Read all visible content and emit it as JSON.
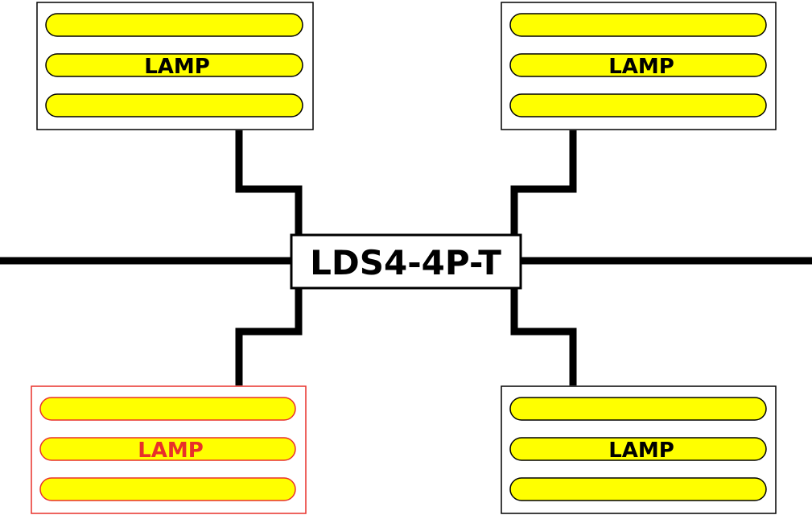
{
  "hub": {
    "label": "LDS4-4P-T"
  },
  "lamps": [
    {
      "id": "top-left",
      "label": "LAMP",
      "highlighted": false
    },
    {
      "id": "top-right",
      "label": "LAMP",
      "highlighted": false
    },
    {
      "id": "bottom-left",
      "label": "LAMP",
      "highlighted": true
    },
    {
      "id": "bottom-right",
      "label": "LAMP",
      "highlighted": false
    }
  ],
  "colors": {
    "wire": "#000000",
    "tube_fill": "#ffff00",
    "normal_border": "#000000",
    "highlight_border": "#e8302a",
    "highlight_text": "#e8302a"
  }
}
